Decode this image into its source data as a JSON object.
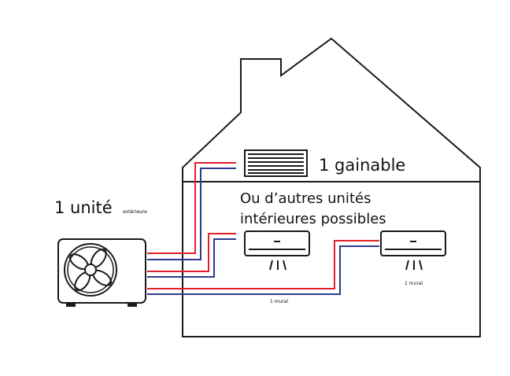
{
  "labels": {
    "outdoor_unit": "1 unité",
    "outdoor_unit_sub": "extérieure",
    "ducted_unit": "1 gainable",
    "other_units_line1": "Ou d’autres unités",
    "other_units_line2": "intérieures possibles",
    "wall_unit_1": "1 mural",
    "wall_unit_2": "1 mural"
  },
  "colors": {
    "outline": "#1a1a1a",
    "hot_pipe": "#e0202a",
    "cold_pipe": "#2b3a8f",
    "background": "#ffffff"
  },
  "icons": {
    "outdoor_unit": "fan-icon",
    "ducted_unit": "vent-grille-icon",
    "wall_unit": "wall-ac-icon"
  }
}
